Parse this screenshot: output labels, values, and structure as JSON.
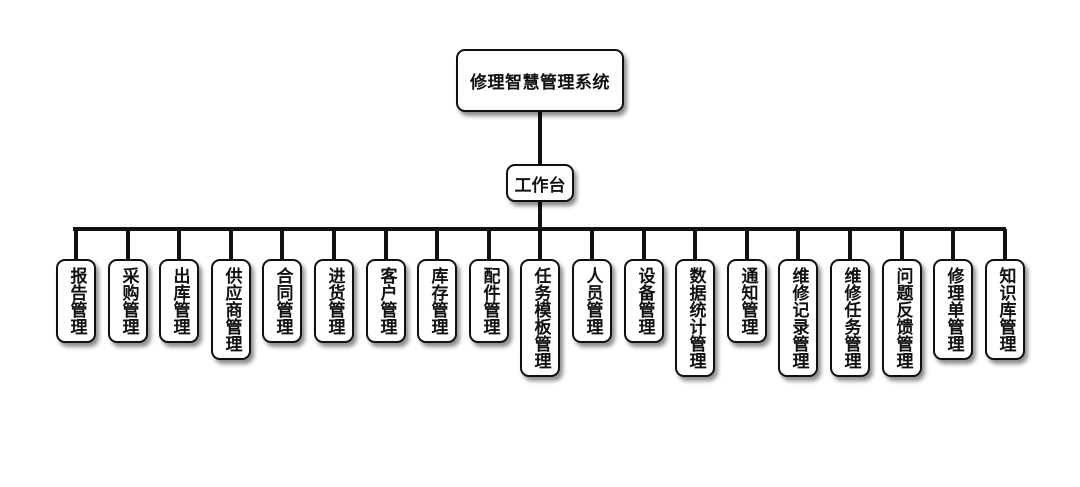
{
  "root": {
    "label": "修理智慧管理系统"
  },
  "hub": {
    "label": "工作台"
  },
  "children": [
    {
      "label": "报告管理"
    },
    {
      "label": "采购管理"
    },
    {
      "label": "出库管理"
    },
    {
      "label": "供应商管理"
    },
    {
      "label": "合同管理"
    },
    {
      "label": "进货管理"
    },
    {
      "label": "客户管理"
    },
    {
      "label": "库存管理"
    },
    {
      "label": "配件管理"
    },
    {
      "label": "任务模板管理"
    },
    {
      "label": "人员管理"
    },
    {
      "label": "设备管理"
    },
    {
      "label": "数据统计管理"
    },
    {
      "label": "通知管理"
    },
    {
      "label": "维修记录管理"
    },
    {
      "label": "维修任务管理"
    },
    {
      "label": "问题反馈管理"
    },
    {
      "label": "修理单管理"
    },
    {
      "label": "知识库管理"
    }
  ],
  "colors": {
    "line": "#111111",
    "box_border": "#111111",
    "background": "#ffffff"
  }
}
